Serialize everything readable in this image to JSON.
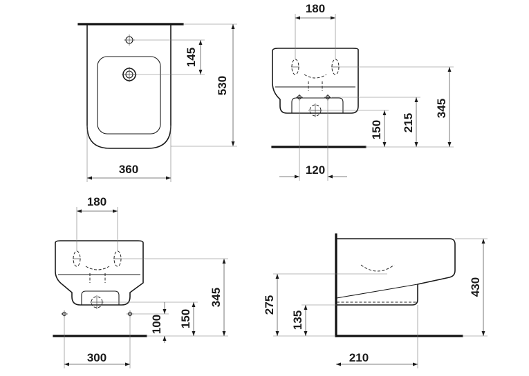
{
  "top_view": {
    "width_label": "360",
    "height_label": "530",
    "tap_hole_label": "145"
  },
  "front_view_top_right": {
    "hole_spacing_label": "180",
    "total_height_label": "345",
    "drain_height_label": "215",
    "inlet_height_label": "150",
    "bolt_spacing_label": "120"
  },
  "front_view_bottom_left": {
    "hole_spacing_label": "180",
    "total_height_label": "345",
    "inlet_height_label": "150",
    "bolt_height_label": "100",
    "bolt_spacing_label": "300"
  },
  "side_view": {
    "height_label": "430",
    "upper_level_label": "275",
    "lower_level_label": "135",
    "depth_label": "210"
  }
}
